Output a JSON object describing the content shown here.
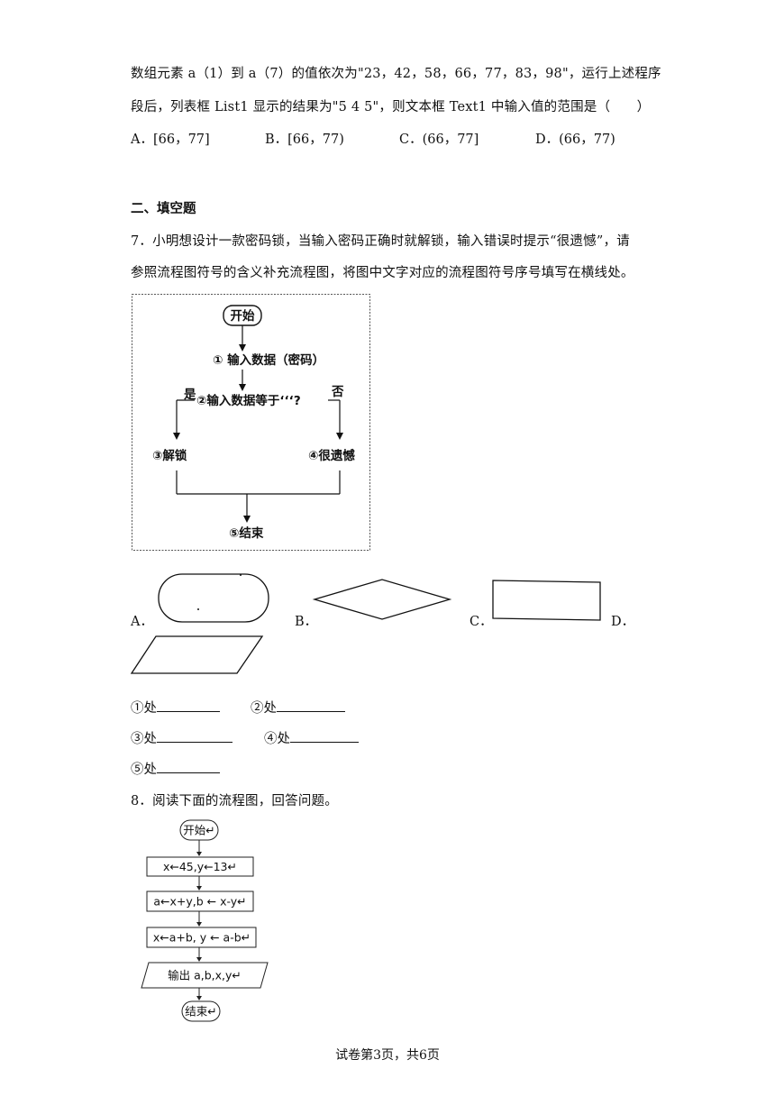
{
  "question6": {
    "line1": "数组元素 a（1）到 a（7）的值依次为\"23，42，58，66，77，83，98\"，运行上述程序",
    "line2": "段后，列表框 List1 显示的结果为\"5 4 5\"，则文本框 Text1 中输入值的范围是（　　）",
    "options": [
      "A．[66，77]",
      "B．[66，77)",
      "C．(66，77]",
      "D．(66，77)"
    ]
  },
  "section2": {
    "title": "二、填空题"
  },
  "question7": {
    "line1": "7．小明想设计一款密码锁，当输入密码正确时就解锁，输入错误时提示“很遗憾”，请",
    "line2": "参照流程图符号的含义补充流程图，将图中文字对应的流程图符号序号填写在横线处。",
    "flowchart": {
      "start": "开始",
      "step1": "①  输入数据（密码）",
      "step2": "②输入数据等于‘‘‘?",
      "yes": "是",
      "no": "否",
      "step3": "③解锁",
      "step4": "④很遗憾",
      "step5": "⑤结束"
    },
    "shape_labels": [
      "A．",
      "B．",
      "C．",
      "D．"
    ],
    "blanks": [
      "①处",
      "②处",
      "③处",
      "④处",
      "⑤处"
    ]
  },
  "question8": {
    "line1": "8．阅读下面的流程图，回答问题。",
    "flowchart": {
      "start": "开始↵",
      "step1": "x←45,y←13↵",
      "step2": "a←x+y,b ← x-y↵",
      "step3": "x←a+b, y ← a-b↵",
      "output": "输出 a,b,x,y↵",
      "end": "结束↵"
    }
  },
  "footer": "试卷第3页，共6页"
}
